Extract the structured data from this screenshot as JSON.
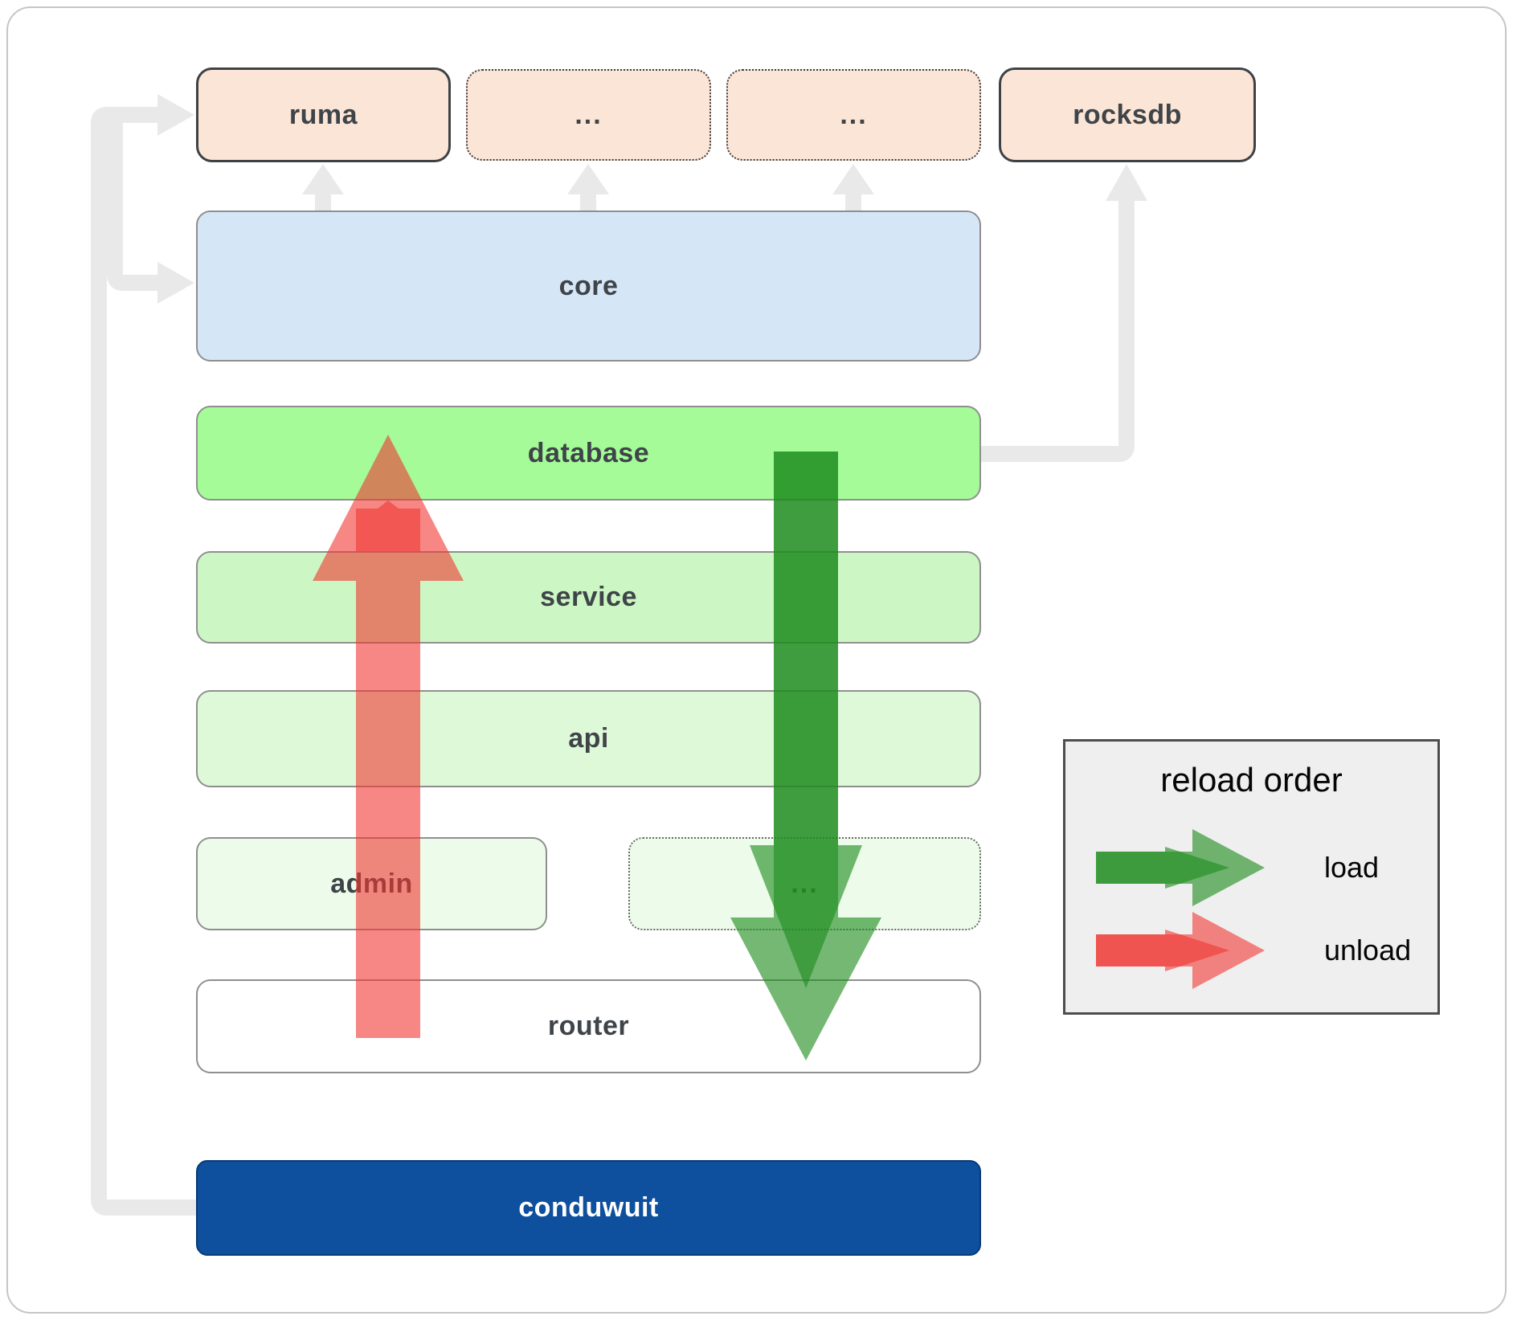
{
  "diagram": {
    "top_row": {
      "ruma": "ruma",
      "ellipsis_left": "...",
      "ellipsis_right": "...",
      "rocksdb": "rocksdb"
    },
    "layers": {
      "core": "core",
      "database": "database",
      "service": "service",
      "api": "api",
      "admin": "admin",
      "admin_ellipsis": "...",
      "router": "router",
      "conduwuit": "conduwuit"
    },
    "legend": {
      "title": "reload order",
      "load_label": "load",
      "unload_label": "unload"
    },
    "colors": {
      "peach": "#fbe5d6",
      "core_blue": "#d5e6f7",
      "database_green": "#a4fb97",
      "service_green": "#ccf7c4",
      "api_green": "#def9d8",
      "admin_green": "#edfcea",
      "router_white": "#ffffff",
      "conduwuit_navy": "#0e4f9e",
      "connector_gray": "#e9e9e9",
      "load_green": "#1e8c1e",
      "unload_red": "#f03732",
      "legend_bg": "#efefef"
    }
  }
}
